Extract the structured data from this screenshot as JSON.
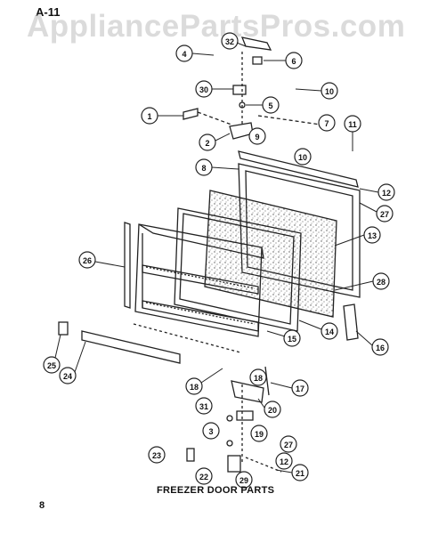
{
  "header": {
    "page_code": "A-11"
  },
  "watermark": "AppliancePartsPros.com",
  "caption": "FREEZER DOOR PARTS",
  "page_number": "8",
  "callouts": [
    "32",
    "4",
    "6",
    "30",
    "10",
    "5",
    "1",
    "7",
    "11",
    "2",
    "9",
    "10",
    "8",
    "12",
    "27",
    "13",
    "26",
    "28",
    "15",
    "14",
    "16",
    "25",
    "24",
    "18",
    "18",
    "17",
    "20",
    "31",
    "3",
    "19",
    "27",
    "12",
    "23",
    "22",
    "29",
    "21"
  ]
}
